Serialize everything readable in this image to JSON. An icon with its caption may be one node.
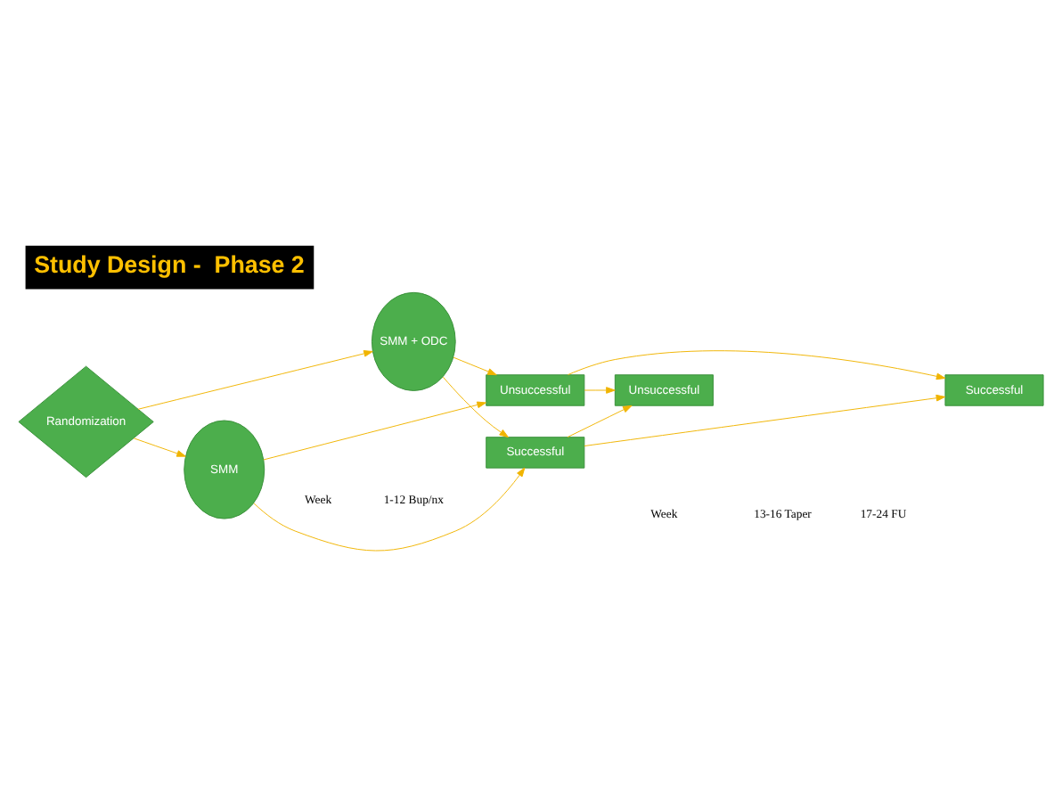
{
  "diagram": {
    "title": "Study Design -  Phase 2",
    "nodes": [
      {
        "text": [
          "Randomization"
        ]
      },
      {
        "text": [
          "SMM"
        ]
      },
      {
        "text": [
          "SMM + ODC"
        ]
      },
      {
        "text": [
          "Successful"
        ]
      },
      {
        "text": [
          "Unsuccessful"
        ]
      },
      {
        "text": [
          "Successful"
        ]
      },
      {
        "text": [
          "Unsuccessful"
        ]
      }
    ],
    "edges": [
      {
        "from": 0,
        "to": 1,
        "arrow": "to"
      },
      {
        "from": 0,
        "to": 2,
        "arrow": "to"
      },
      {
        "from": 1,
        "to": 3,
        "arrow": "to"
      },
      {
        "from": 1,
        "to": 4,
        "arrow": "to"
      },
      {
        "from": 2,
        "to": 3,
        "arrow": "to"
      },
      {
        "from": 2,
        "to": 4,
        "arrow": "to"
      },
      {
        "from": 3,
        "to": 5,
        "arrow": "to"
      },
      {
        "from": 3,
        "to": 6,
        "arrow": "to"
      },
      {
        "from": 4,
        "to": 5,
        "arrow": "to"
      },
      {
        "from": 4,
        "to": 6,
        "arrow": "to"
      }
    ],
    "labels": [
      "Week",
      "1-12 Bup/nx",
      "Week",
      "13-16 Taper",
      "17-24 FU"
    ]
  }
}
